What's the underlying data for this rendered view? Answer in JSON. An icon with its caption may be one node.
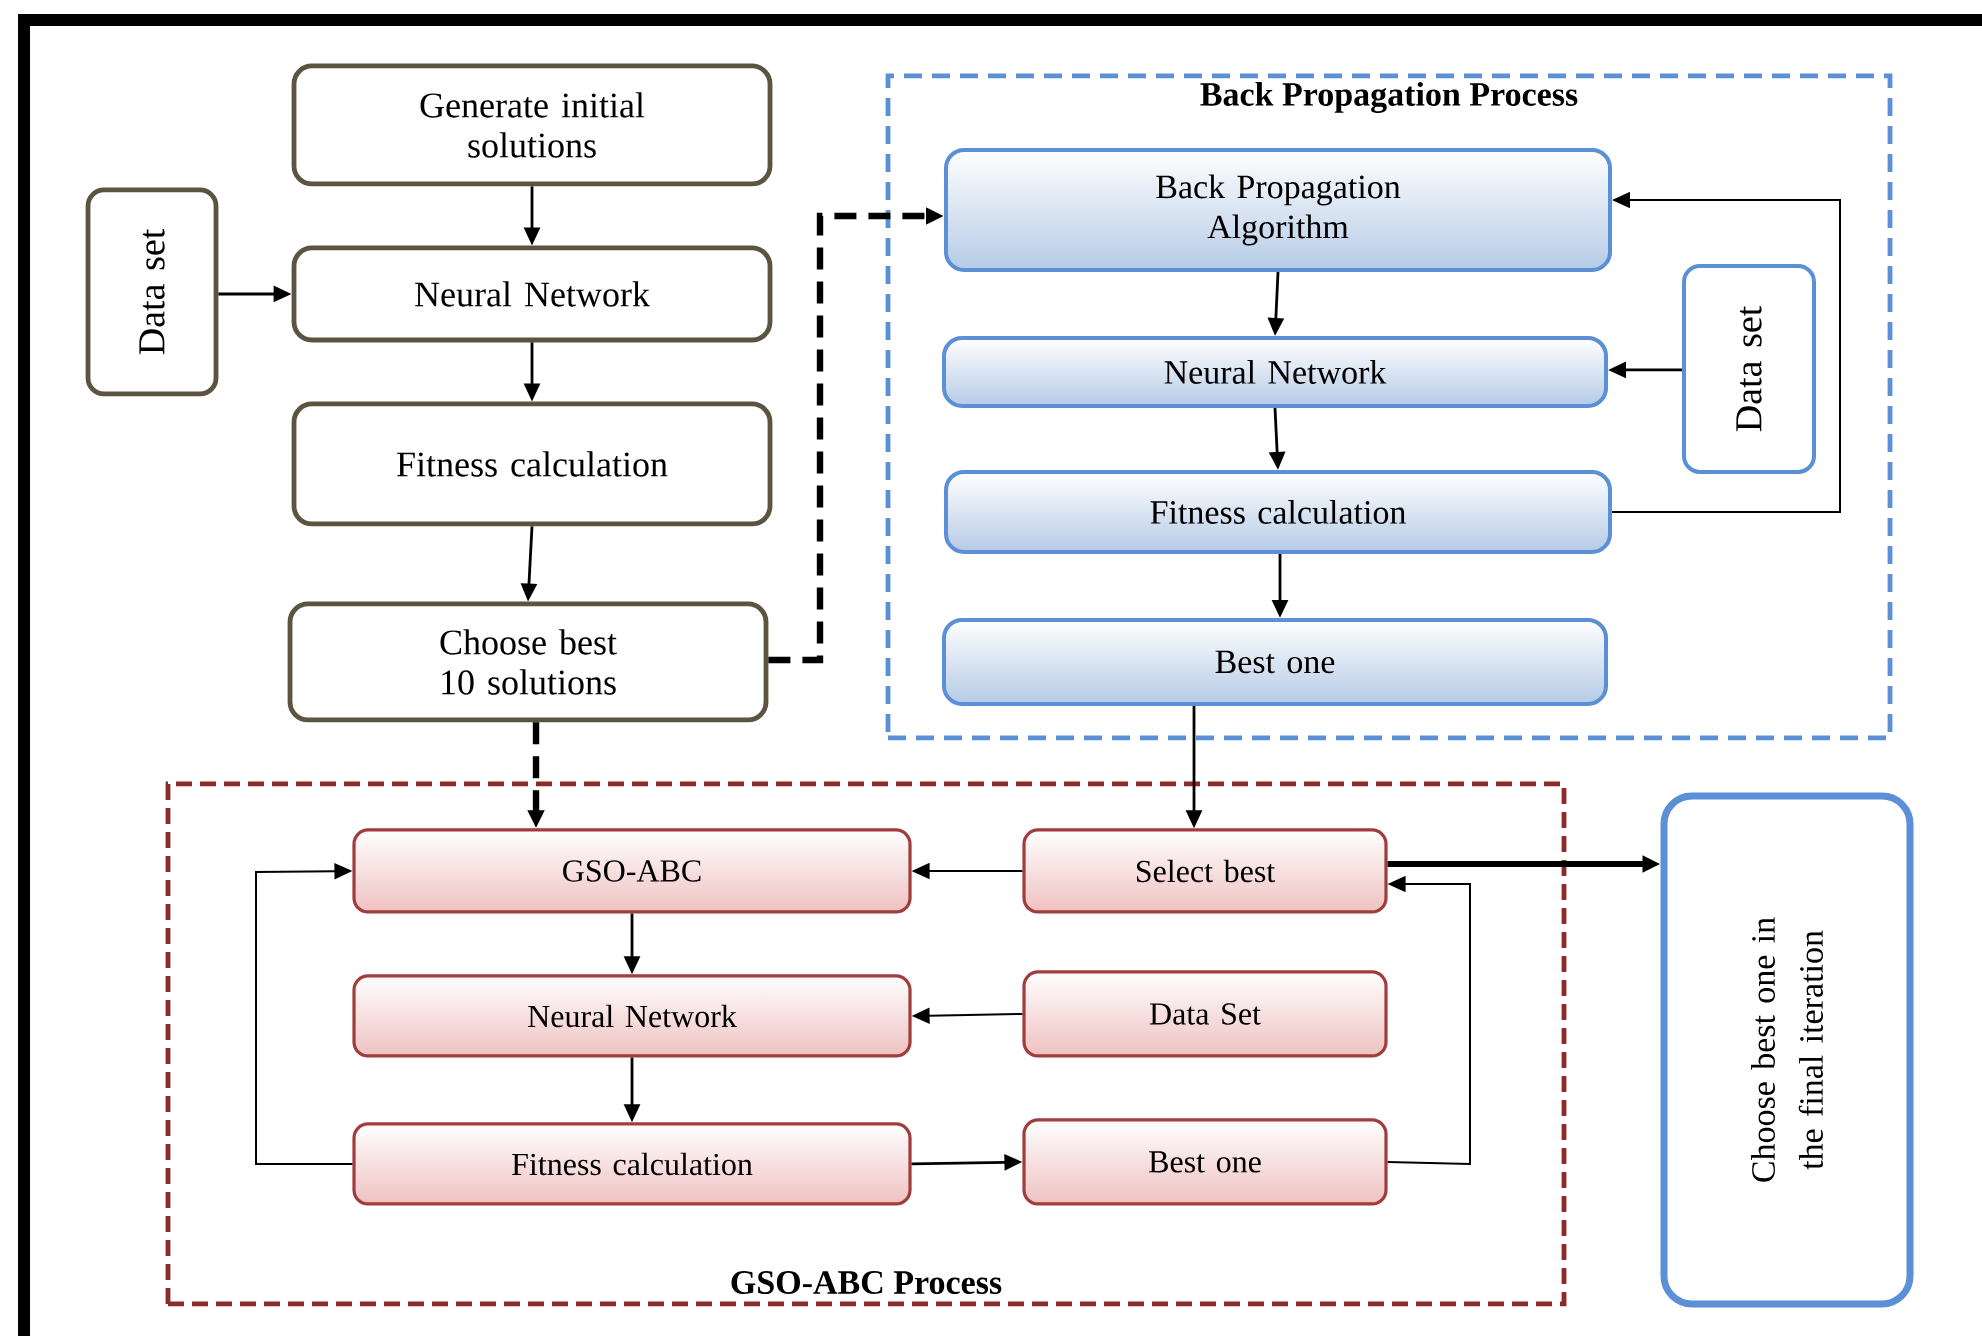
{
  "diagram": {
    "nodes": [
      {
        "text": [
          "Generate initial solutions"
        ]
      },
      {
        "text": [
          "Data set"
        ]
      },
      {
        "text": [
          "Neural Network"
        ]
      },
      {
        "text": [
          "Fitness calculation"
        ]
      },
      {
        "text": [
          "Choose best 10 solutions"
        ]
      },
      {
        "text": [
          "Back Propagation Process"
        ]
      },
      {
        "text": [
          "Back Propagation Algorithm"
        ],
        "in": 5
      },
      {
        "text": [
          "Neural Network"
        ],
        "in": 5
      },
      {
        "text": [
          "Data set"
        ],
        "in": 5
      },
      {
        "text": [
          "Fitness calculation"
        ],
        "in": 5
      },
      {
        "text": [
          "Best one"
        ],
        "in": 5
      },
      {
        "text": [
          "GSO-ABC Process"
        ]
      },
      {
        "text": [
          "GSO-ABC"
        ],
        "in": 11
      },
      {
        "text": [
          "Select best"
        ],
        "in": 11
      },
      {
        "text": [
          "Neural Network"
        ],
        "in": 11
      },
      {
        "text": [
          "Data Set"
        ],
        "in": 11
      },
      {
        "text": [
          "Fitness calculation"
        ],
        "in": 11
      },
      {
        "text": [
          "Best one"
        ],
        "in": 11
      },
      {
        "text": [
          "Choose best one in the final iteration"
        ]
      }
    ],
    "edges": [
      {
        "from": 0,
        "to": 2,
        "arrow": "to"
      },
      {
        "from": 1,
        "to": 2,
        "arrow": "to"
      },
      {
        "from": 2,
        "to": 3,
        "arrow": "to"
      },
      {
        "from": 3,
        "to": 4,
        "arrow": "to"
      },
      {
        "from": 4,
        "to": 6,
        "arrow": "to",
        "style": "dashed"
      },
      {
        "from": 4,
        "to": 12,
        "arrow": "to",
        "style": "dashed"
      },
      {
        "from": 6,
        "to": 7,
        "arrow": "to"
      },
      {
        "from": 8,
        "to": 7,
        "arrow": "to"
      },
      {
        "from": 7,
        "to": 9,
        "arrow": "to"
      },
      {
        "from": 9,
        "to": 6,
        "arrow": "to"
      },
      {
        "from": 9,
        "to": 10,
        "arrow": "to"
      },
      {
        "from": 10,
        "to": 13,
        "arrow": "to"
      },
      {
        "from": 13,
        "to": 12,
        "arrow": "to"
      },
      {
        "from": 15,
        "to": 14,
        "arrow": "to"
      },
      {
        "from": 12,
        "to": 14,
        "arrow": "to"
      },
      {
        "from": 14,
        "to": 16,
        "arrow": "to"
      },
      {
        "from": 16,
        "to": 17,
        "arrow": "to"
      },
      {
        "from": 16,
        "to": 12,
        "arrow": "to"
      },
      {
        "from": 17,
        "to": 13,
        "arrow": "to"
      },
      {
        "from": 13,
        "to": 18,
        "arrow": "to",
        "style": "thick"
      }
    ]
  }
}
